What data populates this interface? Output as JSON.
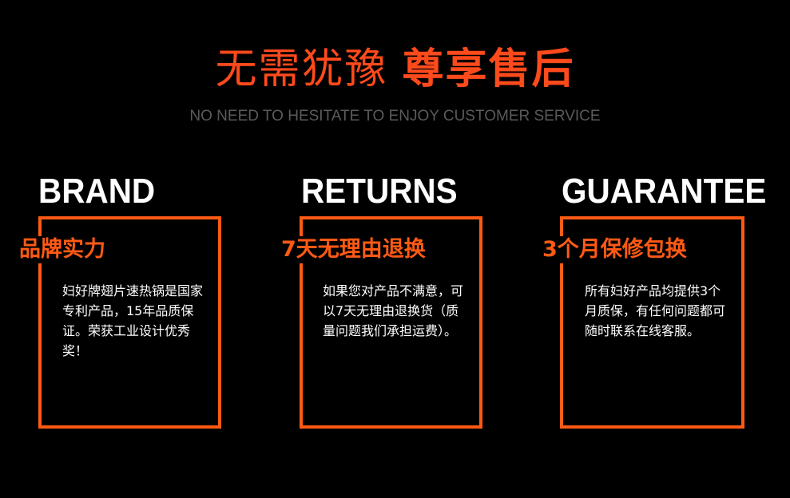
{
  "header": {
    "title_light": "无需犹豫",
    "title_bold": "尊享售后",
    "subtitle": "NO NEED TO HESITATE TO ENJOY CUSTOMER SERVICE"
  },
  "cards": [
    {
      "heading": "BRAND",
      "tagline": "品牌实力",
      "body": "妇好牌翅片速热锅是国家专利产品，15年品质保证。荣获工业设计优秀奖！"
    },
    {
      "heading": "RETURNS",
      "tagline": "7天无理由退换",
      "body": "如果您对产品不满意，可以7天无理由退换货（质量问题我们承担运费）。"
    },
    {
      "heading": "GUARANTEE",
      "tagline": "3个月保修包换",
      "body": "所有妇好产品均提供3个月质保，有任何问题都可随时联系在线客服。"
    }
  ],
  "colors": {
    "accent": "#ff5a14",
    "title": "#ff4a1c",
    "subtitle": "#5a5a5a",
    "background": "#000000",
    "text": "#ffffff"
  }
}
